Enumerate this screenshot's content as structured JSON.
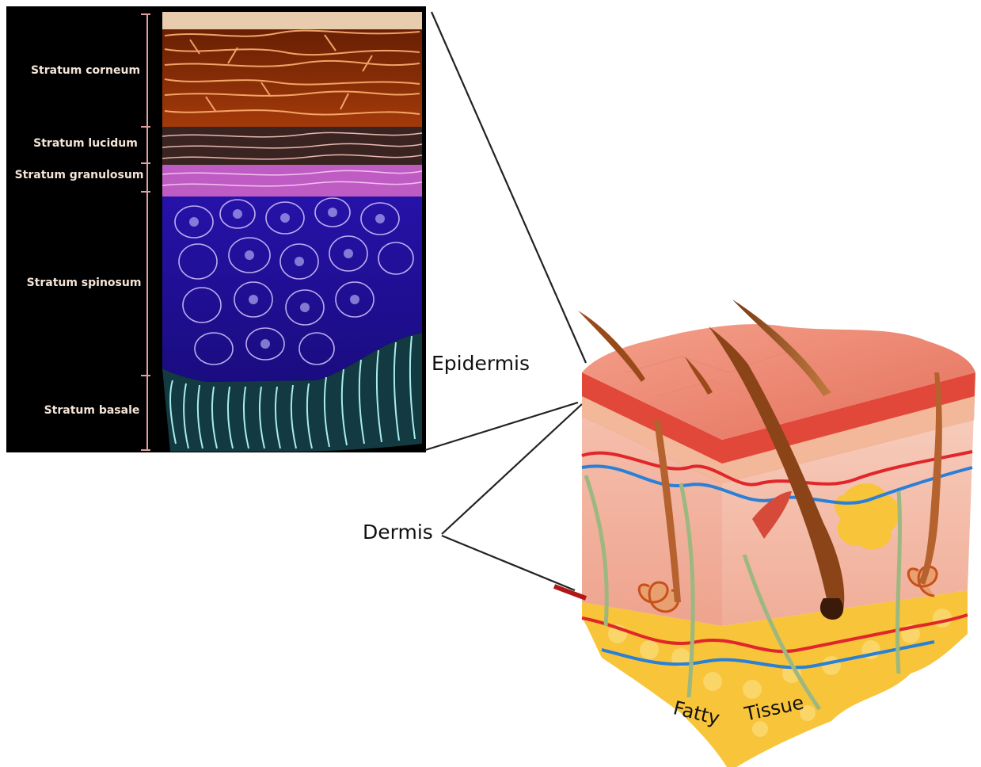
{
  "layer_panel": {
    "labels": [
      {
        "id": "corneum",
        "text": "Stratum corneum"
      },
      {
        "id": "lucidum",
        "text": "Stratum lucidum"
      },
      {
        "id": "granulosum",
        "text": "Stratum granulosum"
      },
      {
        "id": "spinosum",
        "text": "Stratum spinosum"
      },
      {
        "id": "basale",
        "text": "Stratum basale"
      }
    ]
  },
  "callouts": {
    "epidermis": "Epidermis",
    "dermis": "Dermis"
  },
  "block_labels": {
    "fatty": "Fatty",
    "tissue": "Tissue"
  },
  "colors": {
    "corneum": "#8a2a05",
    "lucidum": "#4a2a28",
    "granulosum": "#c55bc9",
    "spinosum": "#2a12b8",
    "basale": "#9fe4e8",
    "epidermis_surface": "#f08770",
    "dermis": "#f3b3a0",
    "fat": "#f8c93c",
    "artery": "#e0262a",
    "vein": "#2a7fd6",
    "hair": "#b5622e"
  }
}
